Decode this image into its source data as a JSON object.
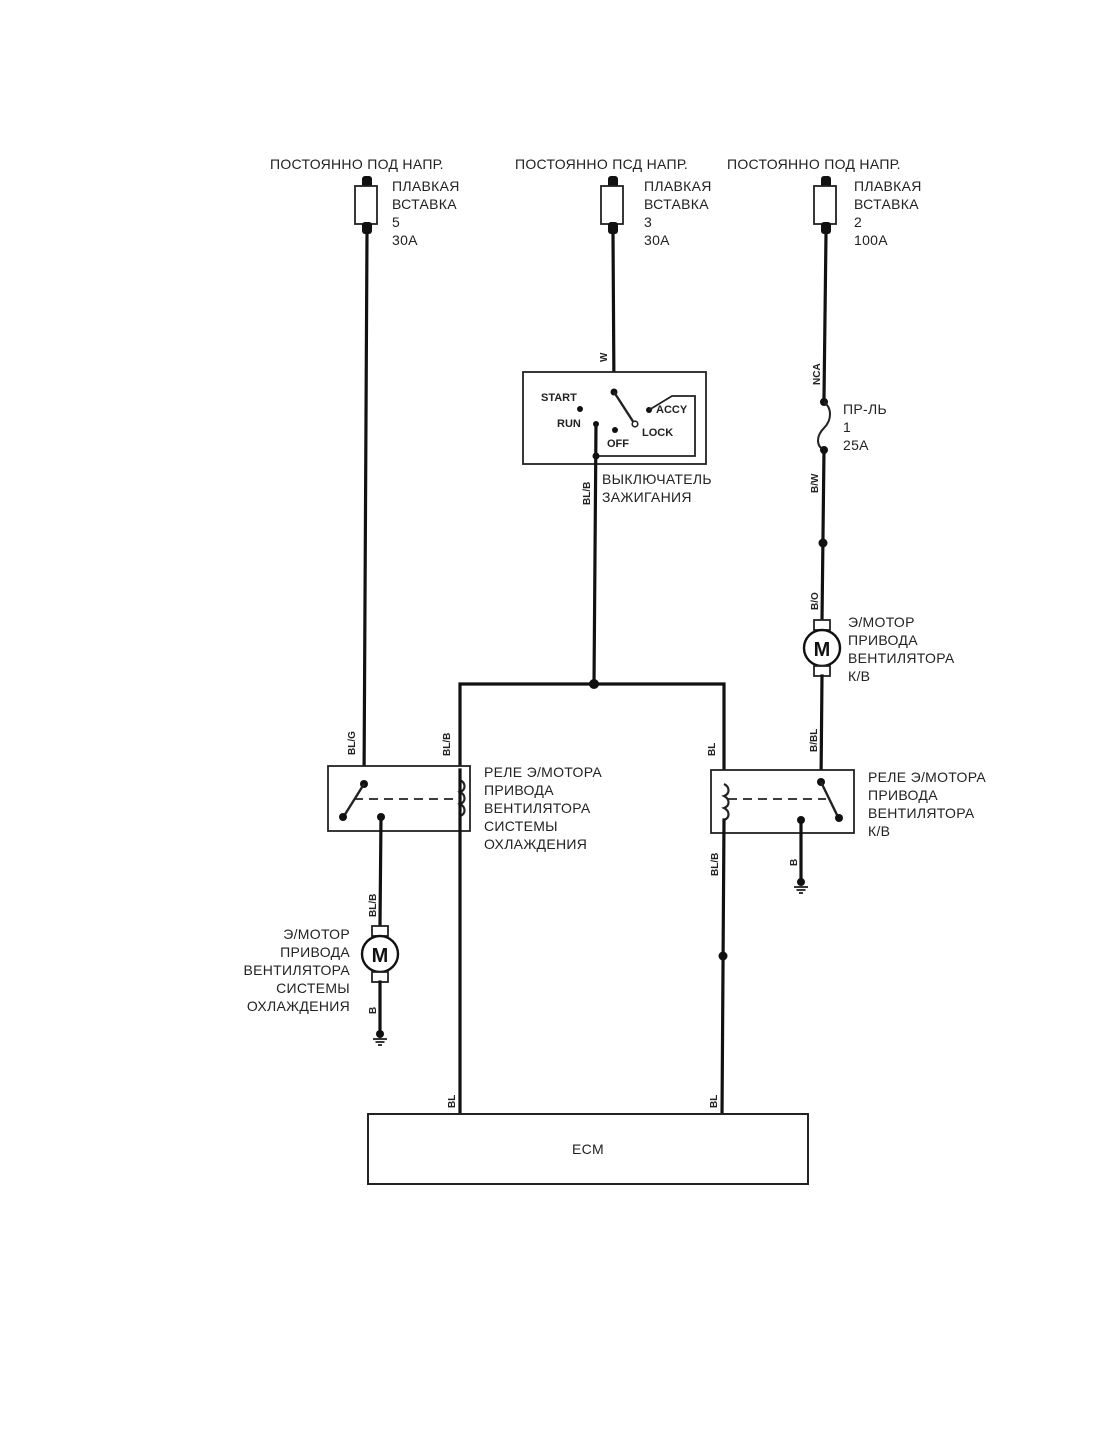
{
  "power_sources": [
    {
      "label": "ПОСТОЯННО ПОД НАПР.",
      "fuse_lines": [
        "ПЛАВКАЯ",
        "ВСТАВКА",
        "5",
        "30A"
      ]
    },
    {
      "label": "ПОСТОЯННО ПСД НАПР.",
      "fuse_lines": [
        "ПЛАВКАЯ",
        "ВСТАВКА",
        "3",
        "30A"
      ]
    },
    {
      "label": "ПОСТОЯННО ПОД НАПР.",
      "fuse_lines": [
        "ПЛАВКАЯ",
        "ВСТАВКА",
        "2",
        "100A"
      ]
    }
  ],
  "ignition_switch": {
    "positions": {
      "start": "START",
      "run": "RUN",
      "off": "OFF",
      "lock": "LOCK",
      "accy": "ACCY"
    },
    "label_lines": [
      "ВЫКЛЮЧАТЕЛЬ",
      "ЗАЖИГАНИЯ"
    ]
  },
  "fuse_1": {
    "lines": [
      "ПР-ЛЬ",
      "1",
      "25A"
    ]
  },
  "ac_fan_motor": {
    "symbol": "M",
    "label_lines": [
      "Э/МОТОР",
      "ПРИВОДА",
      "ВЕНТИЛЯТОРА",
      "К/В"
    ]
  },
  "cooling_relay": {
    "label_lines": [
      "РЕЛЕ Э/МОТОРА",
      "ПРИВОДА",
      "ВЕНТИЛЯТОРА",
      "СИСТЕМЫ",
      "ОХЛАЖДЕНИЯ"
    ]
  },
  "ac_relay": {
    "label_lines": [
      "РЕЛЕ Э/МОТОРА",
      "ПРИВОДА",
      "ВЕНТИЛЯТОРА",
      "К/В"
    ]
  },
  "cooling_fan_motor": {
    "symbol": "M",
    "label_lines": [
      "Э/МОТОР",
      "ПРИВОДА",
      "ВЕНТИЛЯТОРА",
      "СИСТЕМЫ",
      "ОХЛАЖДЕНИЯ"
    ]
  },
  "ecm": {
    "label": "ECM"
  },
  "wire_colors": {
    "ign_in": "W",
    "ign_out": "BL/B",
    "fuse2_out": "NCA",
    "fuse1_out": "B/W",
    "ac_motor_in": "B/O",
    "ac_motor_out": "B/BL",
    "fuse5_out": "BL/G",
    "cool_coil_in": "BL/B",
    "ac_coil_in": "BL",
    "ac_coil_out": "BL/B",
    "ac_relay_gnd": "B",
    "cool_motor_in": "BL/B",
    "cool_motor_gnd": "B",
    "ecm_left": "BL",
    "ecm_right": "BL"
  }
}
